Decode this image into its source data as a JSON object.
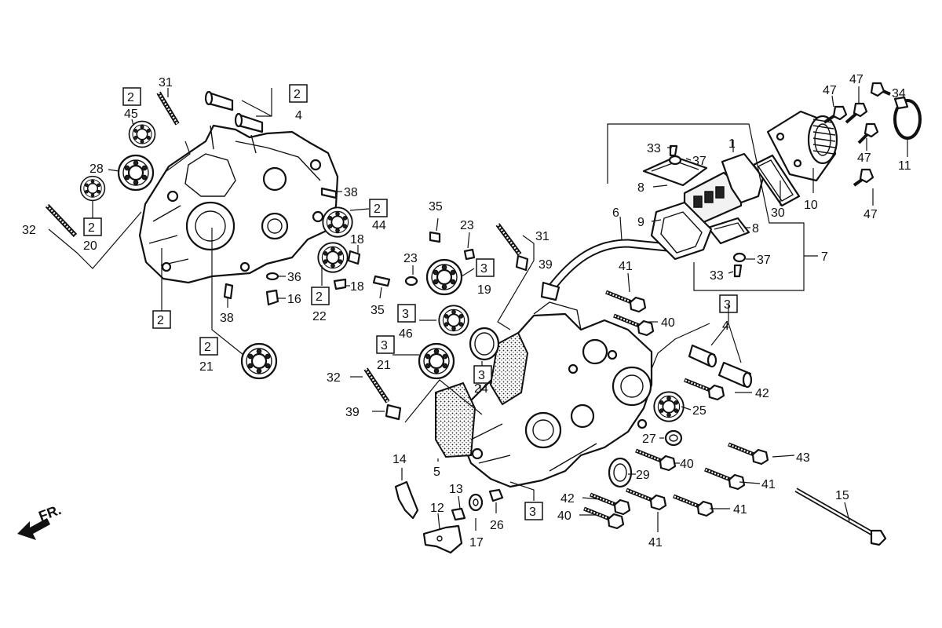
{
  "direction_label": "FR.",
  "callouts": {
    "c1": "1",
    "c2a": "2",
    "c2b": "2",
    "c2c": "2",
    "c2d": "2",
    "c2e": "2",
    "c2f": "2",
    "c2g": "2",
    "c3a": "3",
    "c3b": "3",
    "c3c": "3",
    "c3d": "3",
    "c3e": "3",
    "c3f": "3",
    "c4a": "4",
    "c4b": "4",
    "c5": "5",
    "c6": "6",
    "c7": "7",
    "c8a": "8",
    "c8b": "8",
    "c9": "9",
    "c10": "10",
    "c11": "11",
    "c12": "12",
    "c13": "13",
    "c14": "14",
    "c15": "15",
    "c16": "16",
    "c17": "17",
    "c18a": "18",
    "c18b": "18",
    "c19": "19",
    "c20": "20",
    "c21a": "21",
    "c21b": "21",
    "c22": "22",
    "c23a": "23",
    "c23b": "23",
    "c24": "24",
    "c25": "25",
    "c26": "26",
    "c27": "27",
    "c28": "28",
    "c29": "29",
    "c30": "30",
    "c31a": "31",
    "c31b": "31",
    "c32a": "32",
    "c32b": "32",
    "c33a": "33",
    "c33b": "33",
    "c34": "34",
    "c35a": "35",
    "c35b": "35",
    "c36": "36",
    "c37a": "37",
    "c37b": "37",
    "c38a": "38",
    "c38b": "38",
    "c39a": "39",
    "c39b": "39",
    "c40a": "40",
    "c40b": "40",
    "c40c": "40",
    "c41a": "41",
    "c41b": "41",
    "c41c": "41",
    "c41d": "41",
    "c42a": "42",
    "c42b": "42",
    "c43": "43",
    "c44": "44",
    "c45": "45",
    "c46": "46",
    "c47a": "47",
    "c47b": "47",
    "c47c": "47",
    "c47d": "47"
  }
}
